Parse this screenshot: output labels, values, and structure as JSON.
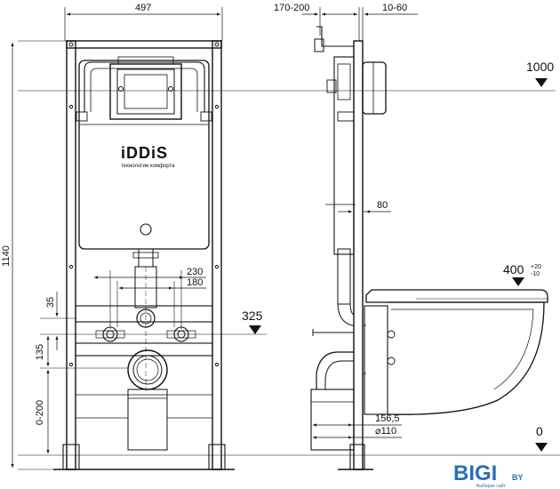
{
  "dimensions": {
    "frame_width": "497",
    "front_offset": "170-200",
    "wall_offset": "10-60",
    "height_total": "1140",
    "mark_1000": "1000",
    "mark_400": "400",
    "tol_plus": "+20",
    "tol_minus": "-10",
    "mark_325": "325",
    "mark_0": "0",
    "d230": "230",
    "d180": "180",
    "d80": "80",
    "d35": "35",
    "d135": "135",
    "d0_200": "0-200",
    "d156": "156,5",
    "d110": "⌀110"
  },
  "brand": {
    "name": "iDDiS",
    "tagline": "технологии комфорта"
  },
  "watermark": {
    "main": "BIGI",
    "suffix": "BY",
    "tagline": "Выбирая сайт"
  },
  "colors": {
    "line": "#111111",
    "logo": "#2a6fb8"
  }
}
